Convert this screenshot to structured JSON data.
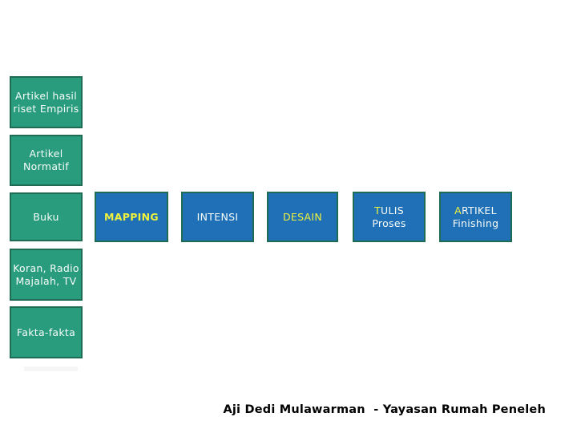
{
  "colors": {
    "background": "#FFFFFF",
    "teal_fill": "#2A9C7E",
    "blue_fill": "#1F70B6",
    "box_border": "#1F6B54",
    "box_text_white": "#F7FCFA",
    "accent_yellow": "#EFF23C",
    "footer_text": "#000000"
  },
  "diagram": {
    "sources": [
      {
        "lines": [
          "Artikel hasil",
          "riset Empiris"
        ]
      },
      {
        "lines": [
          "Artikel",
          "Normatif"
        ]
      },
      {
        "lines": [
          "Buku"
        ]
      },
      {
        "lines": [
          "Koran, Radio",
          "Majalah, TV"
        ]
      },
      {
        "lines": [
          "Fakta-fakta"
        ]
      }
    ],
    "stages": [
      {
        "label": "MAPPING"
      },
      {
        "label": "INTENSI"
      },
      {
        "label": "DESAIN"
      },
      {
        "first": "T",
        "rest": "ULIS",
        "line2": "Proses"
      },
      {
        "first": "A",
        "rest": "RTIKEL",
        "line2": "Finishing"
      }
    ]
  },
  "footer": {
    "text": "Aji Dedi Mulawarman  - Yayasan Rumah Peneleh"
  }
}
